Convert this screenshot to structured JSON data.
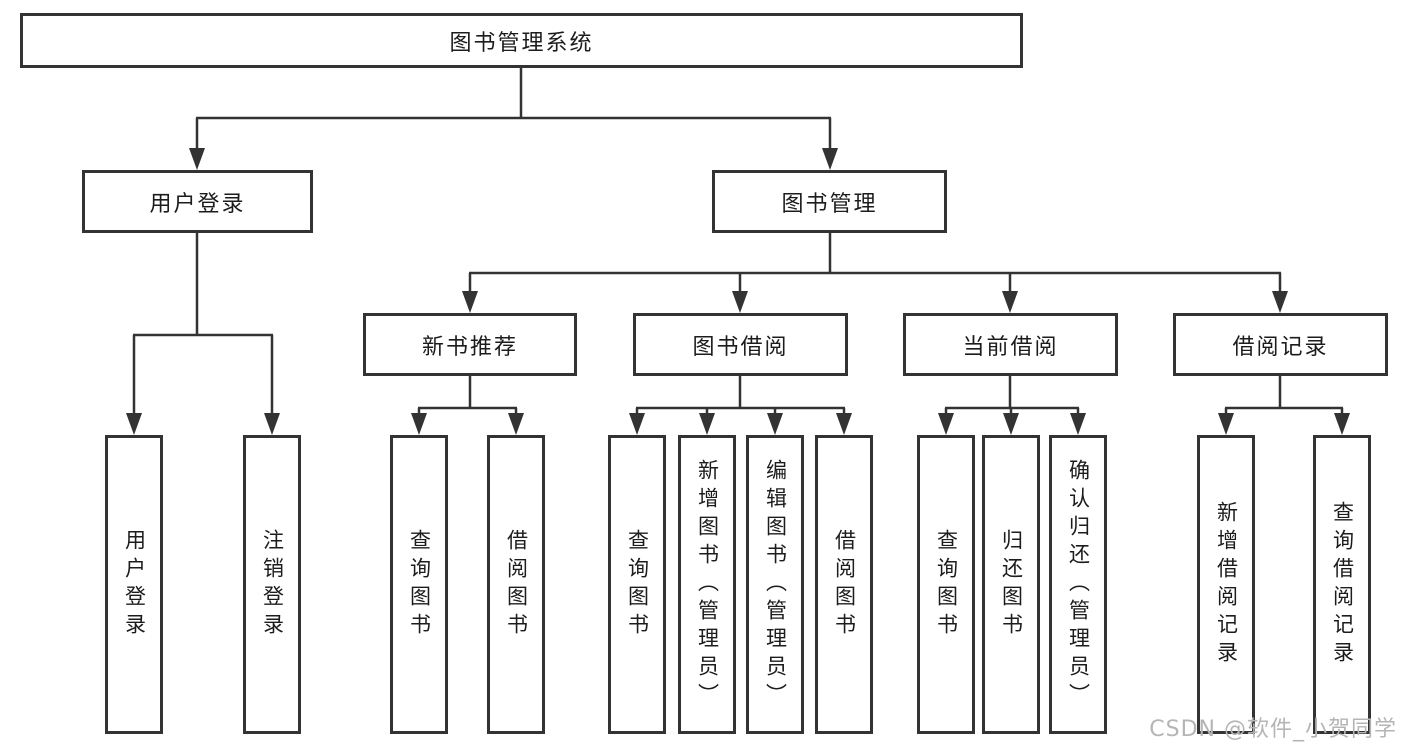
{
  "tree": {
    "root": {
      "label": "图书管理系统",
      "children": [
        {
          "label": "用户登录",
          "children": [
            {
              "label": "用户登录"
            },
            {
              "label": "注销登录"
            }
          ]
        },
        {
          "label": "图书管理",
          "children": [
            {
              "label": "新书推荐",
              "children": [
                {
                  "label": "查询图书"
                },
                {
                  "label": "借阅图书"
                }
              ]
            },
            {
              "label": "图书借阅",
              "children": [
                {
                  "label": "查询图书"
                },
                {
                  "label": "新增图书（管理员）"
                },
                {
                  "label": "编辑图书（管理员）"
                },
                {
                  "label": "借阅图书"
                }
              ]
            },
            {
              "label": "当前借阅",
              "children": [
                {
                  "label": "查询图书"
                },
                {
                  "label": "归还图书"
                },
                {
                  "label": "确认归还（管理员）"
                }
              ]
            },
            {
              "label": "借阅记录",
              "children": [
                {
                  "label": "新增借阅记录"
                },
                {
                  "label": "查询借阅记录"
                }
              ]
            }
          ]
        }
      ]
    }
  },
  "watermark": "CSDN @软件_小贺同学",
  "colors": {
    "line": "#333333",
    "text": "#1c1c1c",
    "watermark": "#b5b5b5",
    "background": "#ffffff"
  }
}
